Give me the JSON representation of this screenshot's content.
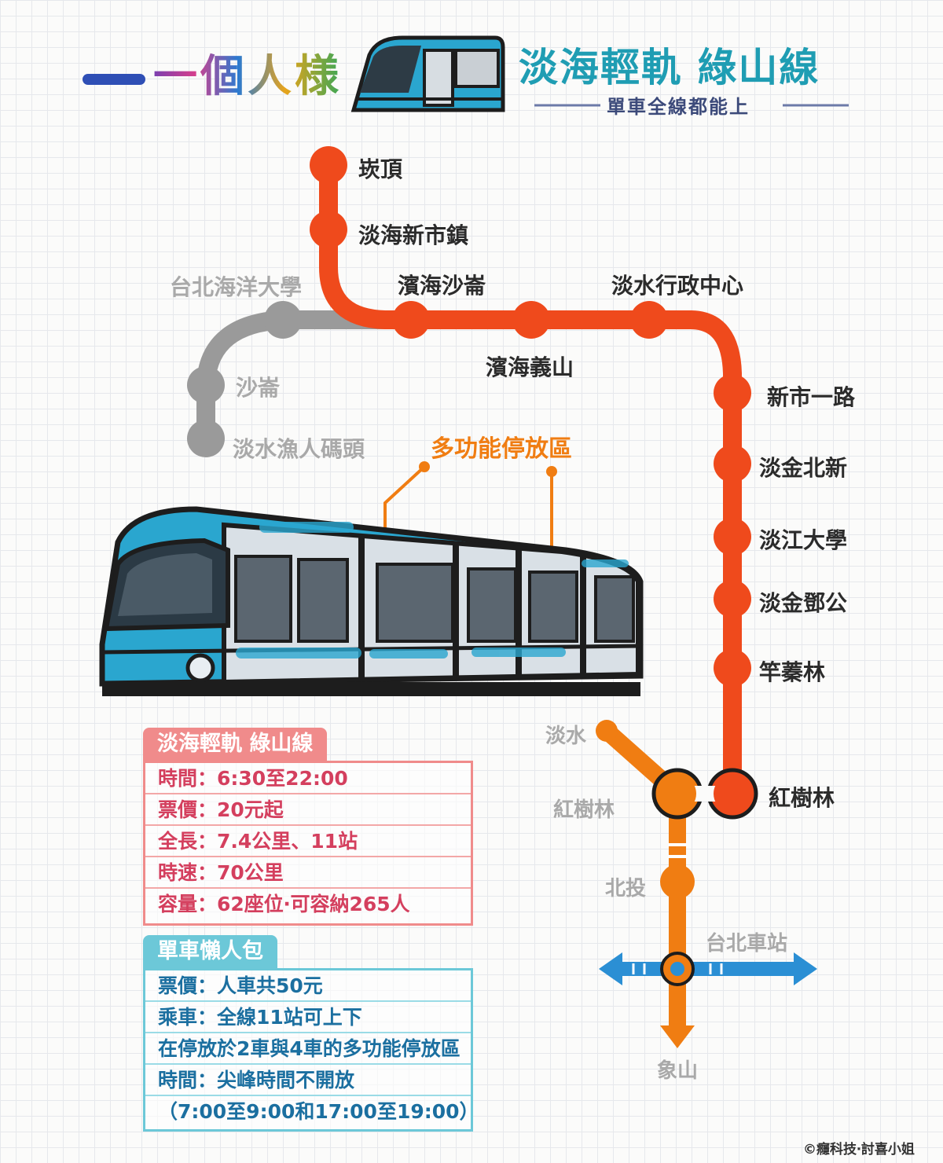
{
  "header": {
    "brand": "一個人様",
    "title": "淡海輕軌 綠山線",
    "subtitle": "單車全線都能上"
  },
  "map": {
    "red_stations": [
      "崁頂",
      "淡海新市鎮",
      "濱海沙崙",
      "濱海義山",
      "淡水行政中心",
      "新市一路",
      "淡金北新",
      "淡江大學",
      "淡金鄧公",
      "竿蓁林",
      "紅樹林"
    ],
    "grey_stations": [
      "台北海洋大學",
      "沙崙",
      "淡水漁人碼頭"
    ],
    "mrt_stations": [
      "淡水",
      "紅樹林",
      "北投",
      "台北車站",
      "象山"
    ],
    "callout": "多功能停放區"
  },
  "colors": {
    "red_line": "#ef4a1c",
    "grey_line": "#9a9a9a",
    "mrt_line": "#f07d12",
    "blue_line": "#2b8fd4",
    "tram_body": "#2aa6cf",
    "info_pink": "#f08b8b",
    "info_cyan": "#6cc8d8"
  },
  "info": {
    "title": "淡海輕軌 綠山線",
    "rows": [
      "時間：6:30至22:00",
      "票價：20元起",
      "全長：7.4公里、11站",
      "時速：70公里",
      "容量：62座位‧可容納265人"
    ]
  },
  "bike": {
    "title": "單車懶人包",
    "rows": [
      "票價：人車共50元",
      "乘車：全線11站可上下",
      "在停放於2車與4車的多功能停放區",
      "時間：尖峰時間不開放",
      "（7:00至9:00和17:00至19:00）"
    ]
  },
  "credit": "©癮科技‧討喜小姐"
}
